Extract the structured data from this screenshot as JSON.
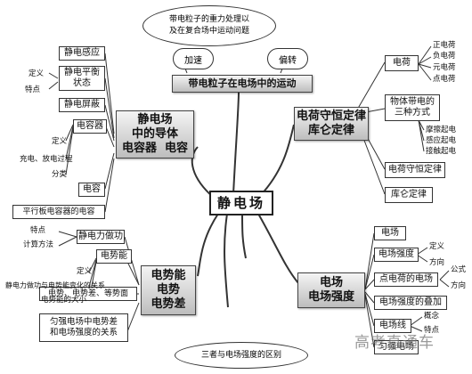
{
  "center": "静电场",
  "callouts": {
    "top": "带电粒子的重力处理以\n及在复合场中运动问题",
    "bottom": "三者与电场强度的区别",
    "accelerate": "加速",
    "deflect": "偏转"
  },
  "top_branch": "带电粒子在电场中的运动",
  "left_top": {
    "main": "静电场\n中的导体\n电容器  电容",
    "items": [
      "静电感应",
      "静电平衡\n状态",
      "静电屏蔽",
      "电容器",
      "电容",
      "平行板电容器的电容"
    ],
    "sub_balance": [
      "定义",
      "特点"
    ],
    "sub_capacitor": [
      "定义",
      "充电、放电过程",
      "分类"
    ]
  },
  "right_top": {
    "main": "电荷守恒定律\n库仑定律",
    "charge": "电荷",
    "charge_sub": [
      "正电荷",
      "负电荷",
      "元电荷",
      "点电荷"
    ],
    "methods": "物体带电的\n三种方式",
    "methods_sub": [
      "摩擦起电",
      "感应起电",
      "接触起电"
    ],
    "conservation": "电荷守恒定律",
    "coulomb": "库仑定律"
  },
  "left_bottom": {
    "main": "电势能\n电势\n电势差",
    "work": "静电力做功",
    "work_sub": [
      "特点",
      "计算方法"
    ],
    "pe": "电势能",
    "pe_sub": [
      "定义",
      "静电力做功与电势能变化的关系",
      "电势能的大小"
    ],
    "surface": "电势、电势差、等势面",
    "uniform": "匀强电场中电势差\n和电场强度的关系"
  },
  "right_bottom": {
    "main": "电场\n电场强度",
    "items": [
      "电场",
      "电场强度",
      "点电荷的电场",
      "电场强度的叠加",
      "电场线",
      "匀强电场"
    ],
    "strength_sub": [
      "定义",
      "方向"
    ],
    "point_sub": [
      "公式",
      "方向"
    ],
    "lines_sub": [
      "概念",
      "特点"
    ]
  },
  "watermark": "高考直通车"
}
